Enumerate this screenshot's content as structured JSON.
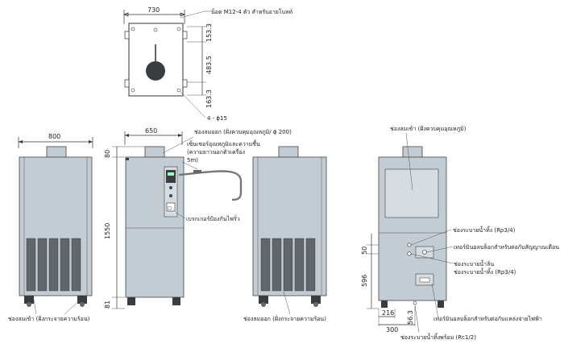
{
  "colors": {
    "body": "#c3ccd3",
    "side": "#aab4bc",
    "dark": "#3a3d40",
    "vent": "#5f666c",
    "line": "#333333"
  },
  "top_view": {
    "width_dim": "730",
    "dims_right": [
      "153.3",
      "483.5",
      "163.3"
    ],
    "hole_label": "4 - ϕ15",
    "bolt_label": "น็อต M12-4 ตัว สำหรับอายโบลท์"
  },
  "front_view": {
    "width_dim": "800",
    "intake_label": "ช่องลมเข้า (ฝั่งกระจายความร้อน)"
  },
  "side_view": {
    "width_dim": "650",
    "heights": [
      "80",
      "1550",
      "81"
    ],
    "outlet_label": "ช่องลมออก (ฝั่งควบคุมอุณหภูมิ/ ϕ 200)",
    "sensor_label_1": "เซ็นเซอร์อุณหภูมิและความชื้น",
    "sensor_label_2": "(ความยาวนอกตัวเครื่อง",
    "sensor_label_3": "5m)",
    "breaker_label": "เบรกเกอร์ป้องกันไฟรั่ว"
  },
  "back_view": {
    "outlet_label": "ช่องลมออก (ฝั่งกระจายความร้อน)"
  },
  "rear_view": {
    "intake_label": "ช่องลมเข้า (ฝั่งควบคุมอุณหภูมิ)",
    "drain_1": "ช่องระบายน้ำทิ้ง (Rp3/4)",
    "terminal_signal": "เทอร์มินอลบล็อกสำหรับต่อกับสัญญาณเตือน",
    "drain_overflow": "ช่องระบายน้ำล้น",
    "drain_overflow_size": "ช่องระบายน้ำทิ้ง (Rp3/4)",
    "terminal_power": "เทอร์มินอลบล็อกสำหรับต่อกับแหล่งจ่ายไฟฟ้า",
    "drain_bottom": "ช่องระบายน้ำทิ้งพร้อม (Rc1/2)",
    "dims_left": [
      "50",
      "596"
    ],
    "dims_bottom": [
      "216",
      "300",
      "56.3"
    ]
  }
}
